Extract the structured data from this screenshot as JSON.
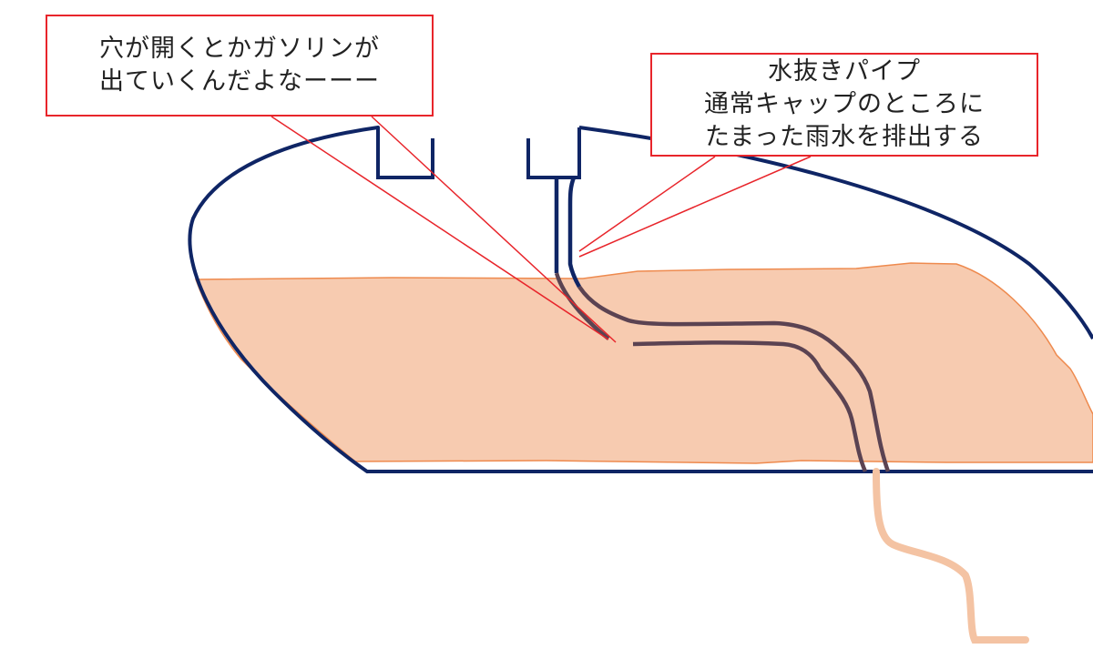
{
  "callouts": {
    "gasoline_leak": {
      "lines": [
        "穴が開くとかガソリンが",
        "出ていくんだよなーーー"
      ]
    },
    "drain_pipe": {
      "lines": [
        "水抜きパイプ",
        "通常キャップのところに",
        "たまった雨水を排出する"
      ]
    }
  },
  "colors": {
    "tank_outline": "#0f2565",
    "fuel_fill": "#f7cbb0",
    "fuel_edge": "#ee8a4e",
    "pipe": "#5b4352",
    "drain_hose": "#f4c3a3",
    "pointer": "#e8252b"
  }
}
